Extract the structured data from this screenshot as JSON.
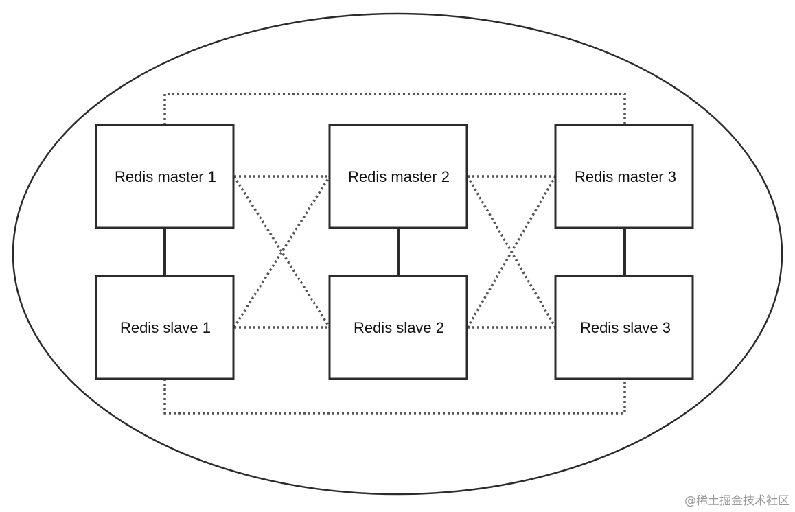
{
  "nodes": {
    "master1": {
      "label": "Redis master 1"
    },
    "master2": {
      "label": "Redis master 2"
    },
    "master3": {
      "label": "Redis master 3"
    },
    "slave1": {
      "label": "Redis slave 1"
    },
    "slave2": {
      "label": "Redis slave 2"
    },
    "slave3": {
      "label": "Redis slave 3"
    }
  },
  "watermark": "@稀土掘金技术社区",
  "colors": {
    "stroke": "#2b2b2b",
    "dotted": "#555555",
    "background": "#ffffff"
  }
}
